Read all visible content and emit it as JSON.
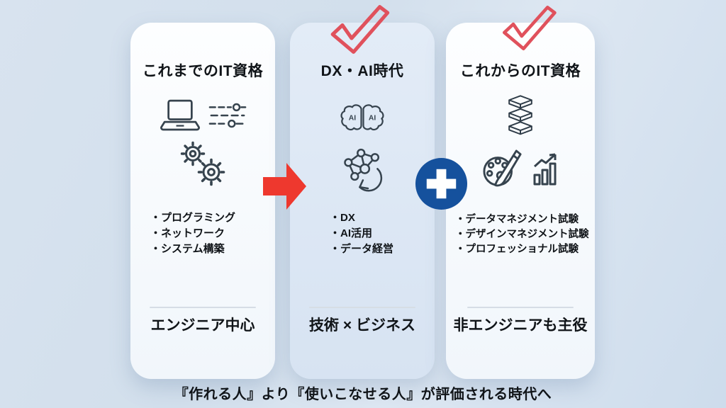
{
  "colors": {
    "background": "#d2dfec",
    "card": "#fafcfe",
    "card_middle": "#dde8f4",
    "check_red": "#e0515c",
    "arrow_red": "#ee382e",
    "plus_blue": "#15519d",
    "icon_stroke": "#36434e",
    "text": "#101418",
    "divider": "#d6dde5"
  },
  "bullet": "・",
  "cards": [
    {
      "title": "これまでのIT資格",
      "checked": false,
      "icons": [
        "laptop-icon",
        "sliders-icon",
        "gears-icon"
      ],
      "items": [
        "プログラミング",
        "ネットワーク",
        "システム構築"
      ],
      "footer": "エンジニア中心"
    },
    {
      "title": "DX・AI時代",
      "checked": true,
      "icons": [
        "ai-brain-icon",
        "network-refresh-icon"
      ],
      "items": [
        "DX",
        "AI活用",
        "データ経営"
      ],
      "footer": "技術 × ビジネス"
    },
    {
      "title": "これからのIT資格",
      "checked": true,
      "icons": [
        "layers-icon",
        "palette-brush-icon",
        "growth-chart-icon"
      ],
      "items": [
        "データマネジメント試験",
        "デザインマネジメント試験",
        "プロフェッショナル試験"
      ],
      "footer": "非エンジニアも主役"
    }
  ],
  "connectors": {
    "arrow": "arrow-right-icon",
    "plus": "plus-icon"
  },
  "tagline": "『作れる人』より『使いこなせる人』が評価される時代へ"
}
